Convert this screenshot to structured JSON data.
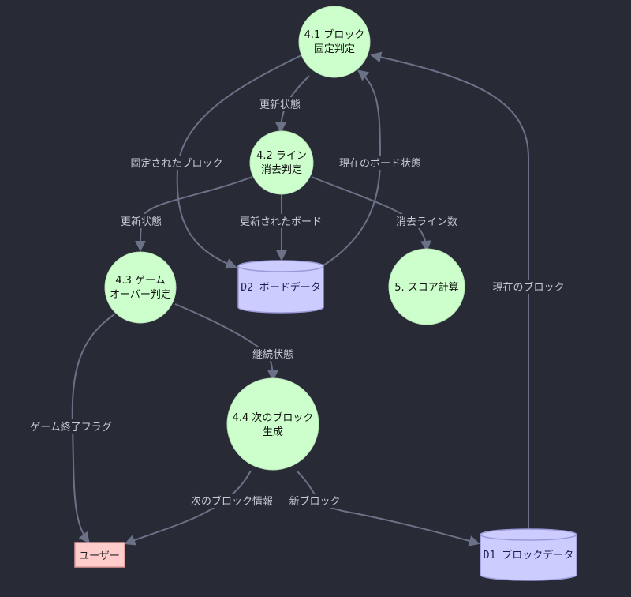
{
  "colors": {
    "background": "#282a36",
    "process_fill": "#ccffcc",
    "store_fill": "#ccccff",
    "entity_fill": "#ffcccc",
    "edge": "#6b7186",
    "label_text": "#c9cbd4"
  },
  "processes": {
    "p41": {
      "line1": "4.1 ブロック",
      "line2": "固定判定"
    },
    "p42": {
      "line1": "4.2 ライン",
      "line2": "消去判定"
    },
    "p43": {
      "line1": "4.3 ゲーム",
      "line2": "オーバー判定"
    },
    "p44": {
      "line1": "4.4 次のブロック",
      "line2": "生成"
    },
    "p5": {
      "line1": "5. スコア計算"
    }
  },
  "stores": {
    "d2": {
      "label": "D2 ボードデータ"
    },
    "d1": {
      "label": "D1 ブロックデータ"
    }
  },
  "entities": {
    "user": {
      "label": "ユーザー"
    }
  },
  "edges": {
    "e1": "更新状態",
    "e2": "固定されたブロック",
    "e3": "現在のボード状態",
    "e4": "更新状態",
    "e5": "更新されたボード",
    "e6": "消去ライン数",
    "e7": "現在のブロック",
    "e8": "継続状態",
    "e9": "ゲーム終了フラグ",
    "e10": "次のブロック情報",
    "e11": "新ブロック"
  }
}
